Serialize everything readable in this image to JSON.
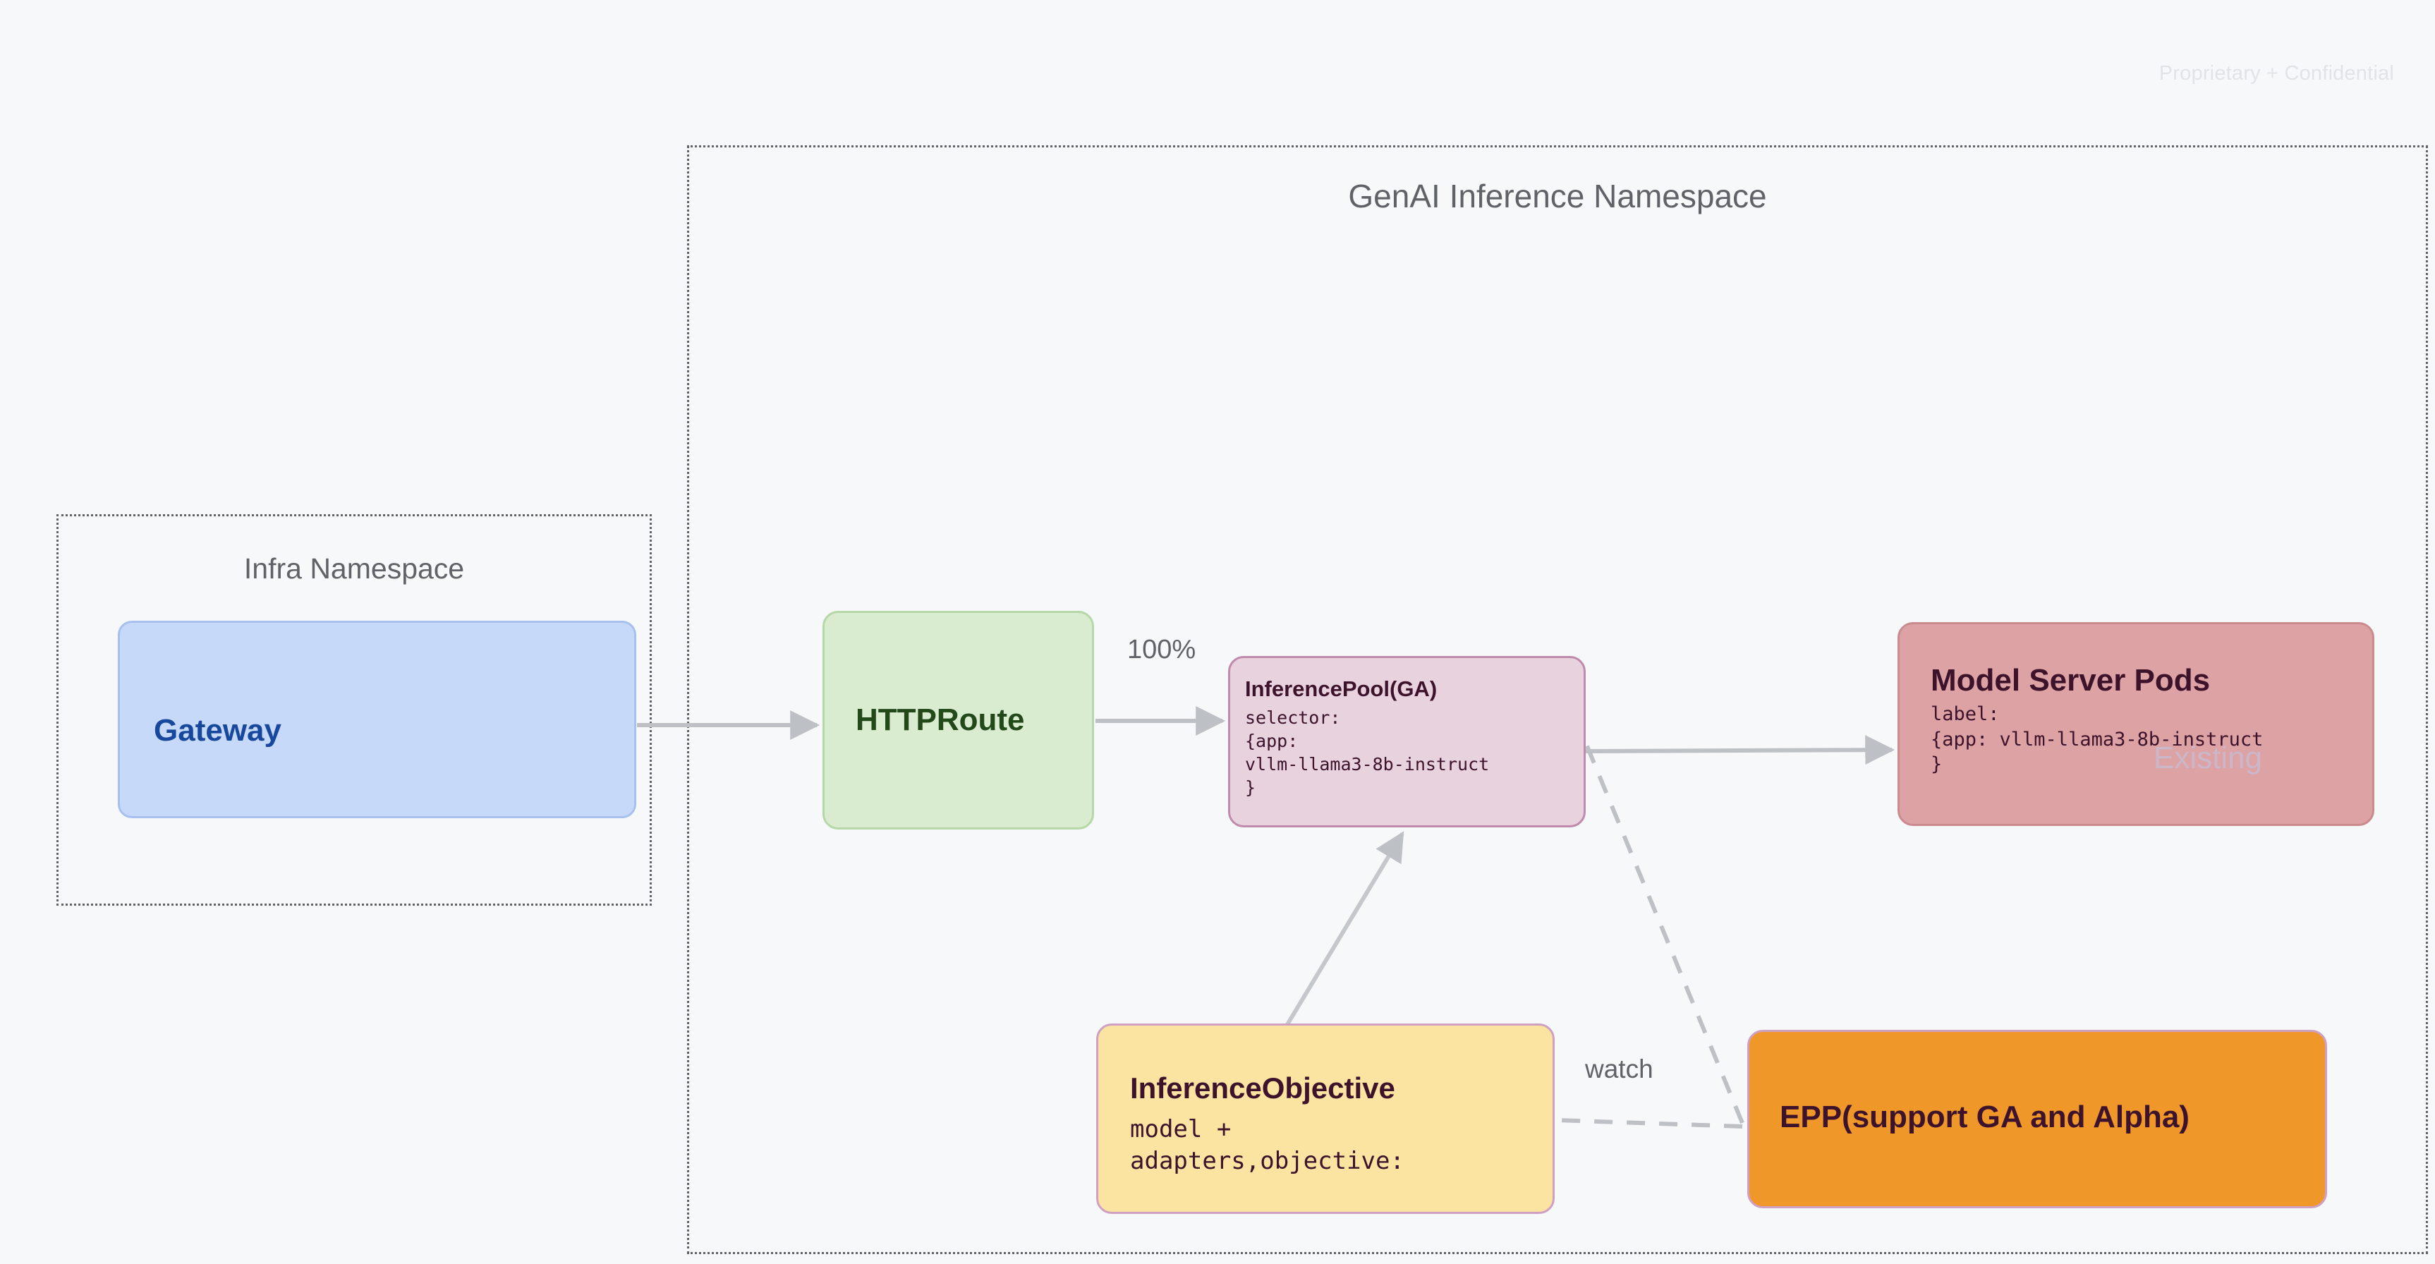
{
  "watermark": "Proprietary + Confidential",
  "namespaces": [
    {
      "id": "infra",
      "title": "Infra Namespace"
    },
    {
      "id": "genai",
      "title": "GenAI Inference Namespace"
    }
  ],
  "nodes": {
    "gateway": {
      "title": "Gateway",
      "fill": "#c7d9f8",
      "border": "#a7c0ef",
      "text_color": "#17489e"
    },
    "httproute": {
      "title": "HTTPRoute",
      "fill": "#d9ecd0",
      "border": "#b6d7a8",
      "text_color": "#23481a"
    },
    "inferencepool": {
      "title": "InferencePool(GA)",
      "body": "selector:\n{app:\nvllm-llama3-8b-instruct\n}",
      "fill": "#e7d2de",
      "border": "#bf8aab",
      "text_color": "#3d132c"
    },
    "modelpods": {
      "title": "Model Server Pods",
      "body": "label:\n{app: vllm-llama3-8b-instruct\n}",
      "tag": "Existing",
      "fill": "#dda2a3",
      "border": "#c98b8d",
      "text_color": "#3d132c",
      "tag_color": "#cbb6ca"
    },
    "inferenceobjective": {
      "title": "InferenceObjective",
      "body": "model +\nadapters,objective:",
      "fill": "#fbe3a1",
      "border": "#cfa0c2",
      "text_color": "#3d132c"
    },
    "epp": {
      "title": "EPP(support GA and Alpha)",
      "fill": "#f0972a",
      "border": "#cfa0c2",
      "text_color": "#3d132c"
    }
  },
  "edges": {
    "gateway_to_httproute": {
      "label": ""
    },
    "httproute_to_pool": {
      "label": "100%"
    },
    "pool_to_pods": {
      "label": ""
    },
    "objective_to_pool": {
      "label": ""
    },
    "epp_watch_objective": {
      "label": "watch"
    },
    "epp_watch_pool": {
      "label": ""
    }
  },
  "colors": {
    "background": "#f7f8fa",
    "edge_stroke": "#bdc1c6",
    "namespace_border": "#5f6368",
    "namespace_text": "#5f6368"
  }
}
